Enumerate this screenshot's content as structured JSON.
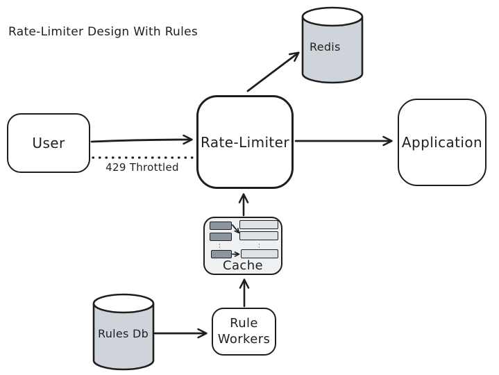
{
  "title": "Rate-Limiter Design With Rules",
  "nodes": {
    "user": {
      "label": "User"
    },
    "rate_limiter": {
      "label": "Rate-Limiter"
    },
    "application": {
      "label": "Application"
    },
    "redis": {
      "label": "Redis"
    },
    "rules_db": {
      "label": "Rules Db"
    },
    "cache": {
      "label": "Cache"
    },
    "rule_workers": {
      "label": "Rule Workers"
    }
  },
  "edges": {
    "user_to_rate_limiter": {
      "style": "solid-arrow"
    },
    "rate_limiter_to_user": {
      "style": "dotted",
      "label": "429 Throttled"
    },
    "rate_limiter_to_redis": {
      "style": "solid-arrow"
    },
    "rate_limiter_to_application": {
      "style": "solid-arrow"
    },
    "cache_to_rate_limiter": {
      "style": "solid-arrow"
    },
    "rule_workers_to_cache": {
      "style": "solid-arrow"
    },
    "rules_db_to_rule_workers": {
      "style": "solid-arrow"
    }
  },
  "colors": {
    "stroke": "#1e1e1e",
    "background": "#ffffff",
    "cylinder_fill": "#ced4da",
    "cache_fill": "#eef0f2",
    "cache_key_fill": "#8d959e",
    "cache_value_fill": "#dde2e7"
  }
}
